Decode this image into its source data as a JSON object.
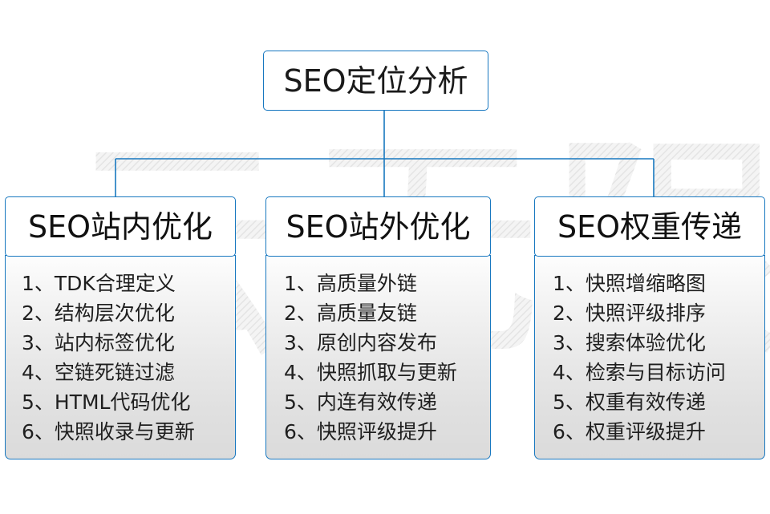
{
  "diagram": {
    "root": {
      "label": "SEO定位分析"
    },
    "branches": [
      {
        "id": "onsite",
        "title": "SEO站内优化",
        "items": [
          "1、TDK合理定义",
          "2、结构层次优化",
          "3、站内标签优化",
          "4、空链死链过滤",
          "5、HTML代码优化",
          "6、快照收录与更新"
        ]
      },
      {
        "id": "offsite",
        "title": "SEO站外优化",
        "items": [
          "1、高质量外链",
          "2、高质量友链",
          "3、原创内容发布",
          "4、快照抓取与更新",
          "5、内连有效传递",
          "6、快照评级提升"
        ]
      },
      {
        "id": "weight",
        "title": "SEO权重传递",
        "items": [
          "1、快照增缩略图",
          "2、快照评级排序",
          "3、搜索体验优化",
          "4、检索与目标访问",
          "5、权重有效传递",
          "6、权重评级提升"
        ]
      }
    ],
    "watermark": {
      "text": "云无限"
    },
    "colors": {
      "border": "#1878c0",
      "connector": "#1878c0",
      "title_text": "#111111",
      "item_text": "#1f1f1f",
      "body_top": "#fdfdfd",
      "body_bottom": "#dbdbdb",
      "page_background": "#ffffff",
      "watermark": "#ededed"
    }
  }
}
